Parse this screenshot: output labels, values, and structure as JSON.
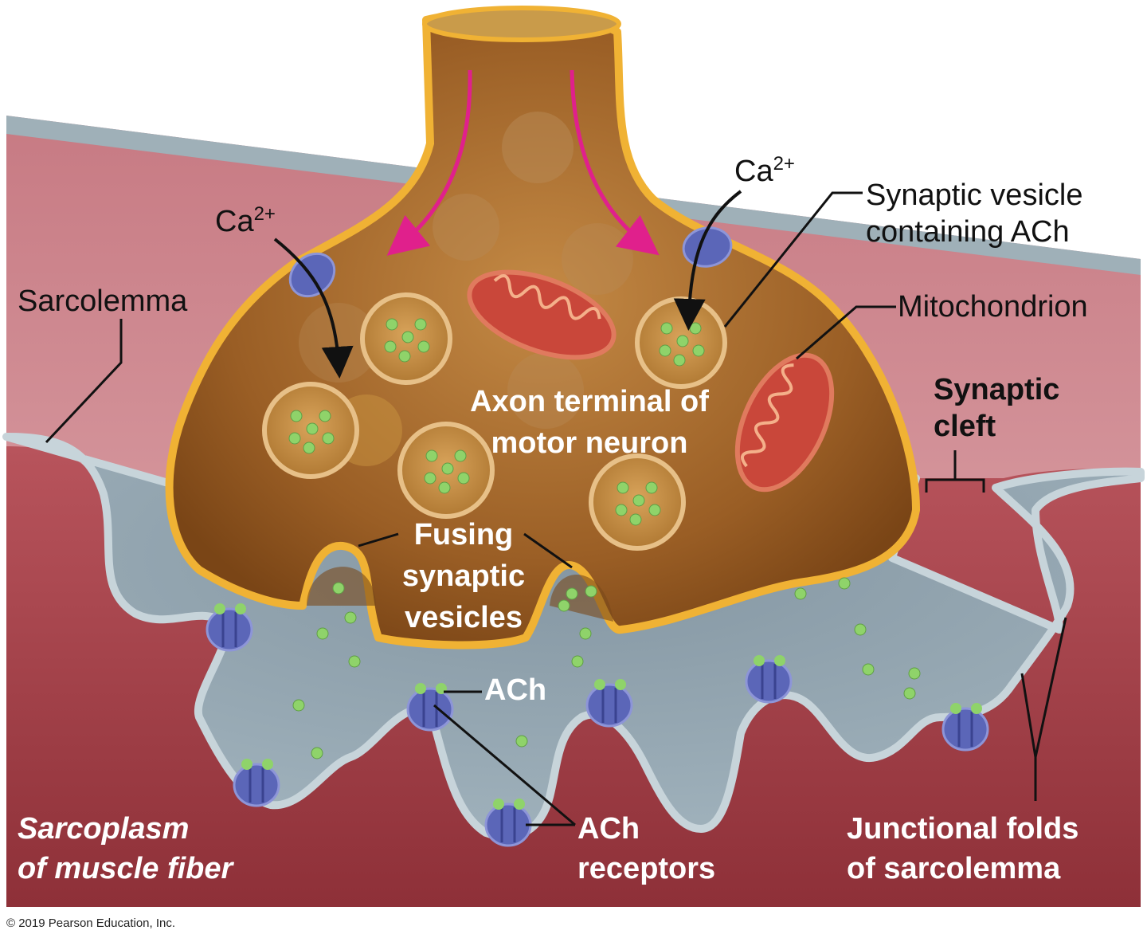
{
  "labels": {
    "ca_left": "Ca",
    "ca_right": "Ca",
    "ca_sup": "2+",
    "sarcolemma": "Sarcolemma",
    "synaptic_vesicle_line1": "Synaptic vesicle",
    "synaptic_vesicle_line2": "containing ACh",
    "mitochondrion": "Mitochondrion",
    "synaptic_cleft_line1": "Synaptic",
    "synaptic_cleft_line2": "cleft",
    "axon_terminal_line1": "Axon terminal of",
    "axon_terminal_line2": "motor neuron",
    "fusing_line1": "Fusing",
    "fusing_line2": "synaptic",
    "fusing_line3": "vesicles",
    "ach": "ACh",
    "ach_receptors_line1": "ACh",
    "ach_receptors_line2": "receptors",
    "junctional_line1": "Junctional folds",
    "junctional_line2": "of sarcolemma",
    "sarcoplasm_line1": "Sarcoplasm",
    "sarcoplasm_line2": "of muscle fiber"
  },
  "copyright": "© 2019 Pearson Education, Inc.",
  "colors": {
    "muscle_red": "#a8404a",
    "muscle_top": "#cf8a92",
    "sarcolemma_blue": "#8fa7b3",
    "cleft_blue": "#8ea3ae",
    "terminal_brown": "#a5682a",
    "terminal_outline": "#f0b234",
    "mito_red": "#c9473a",
    "ach_green": "#8fd36a",
    "receptor_blue": "#5b66b8",
    "arrow_magenta": "#e0208c"
  }
}
